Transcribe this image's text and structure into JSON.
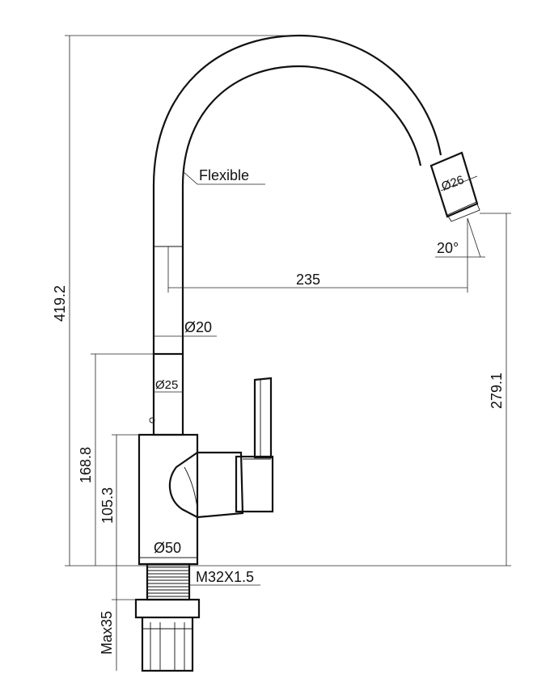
{
  "labels": {
    "flexible": "Flexible",
    "spout_diameter": "Ø26",
    "angle": "20°",
    "reach": "235",
    "total_height": "419.2",
    "hose_diameter": "Ø20",
    "spout_height": "279.1",
    "pipe_diameter": "Ø25",
    "body_height": "168.8",
    "base_height": "105.3",
    "base_diameter": "Ø50",
    "thread": "M32X1.5",
    "max_thickness": "Max35"
  }
}
